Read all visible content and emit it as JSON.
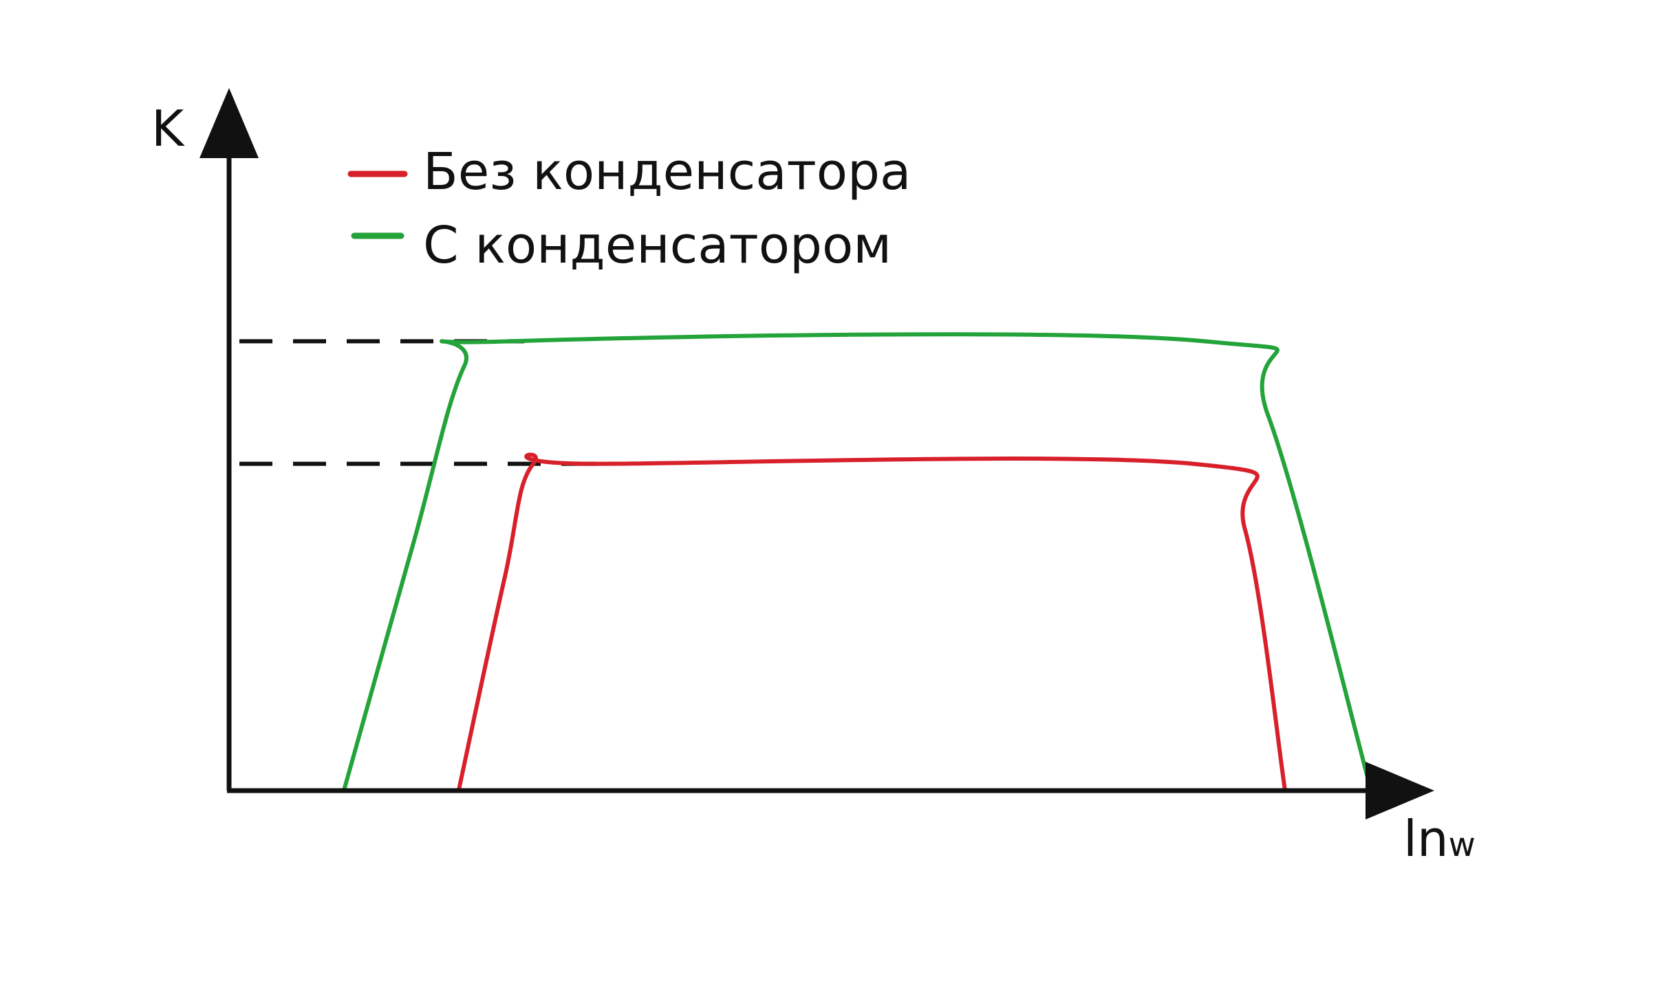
{
  "chart_data": {
    "type": "line",
    "ylabel": "K",
    "xlabel_main": "ln",
    "xlabel_sub": "w",
    "x_tick_labels": [],
    "y_tick_labels": [],
    "grid": false,
    "legend_position": "top-left",
    "series": [
      {
        "name": "Без конденсатора",
        "color": "#d8202a",
        "points": [
          [
            2.0,
            0
          ],
          [
            2.4,
            1.3
          ],
          [
            2.65,
            2.0
          ],
          [
            3.2,
            2.0
          ],
          [
            8.4,
            2.0
          ],
          [
            8.85,
            1.6
          ],
          [
            9.2,
            0
          ]
        ]
      },
      {
        "name": "С конденсатором",
        "color": "#23a33a",
        "points": [
          [
            1.0,
            0
          ],
          [
            1.6,
            1.5
          ],
          [
            2.05,
            2.6
          ],
          [
            2.45,
            2.75
          ],
          [
            8.5,
            2.75
          ],
          [
            9.05,
            2.3
          ],
          [
            9.95,
            0
          ]
        ]
      }
    ],
    "reference_lines": [
      {
        "y": 2.75,
        "style": "dashed"
      },
      {
        "y": 2.0,
        "style": "dashed"
      }
    ],
    "xlim": [
      0,
      10.5
    ],
    "ylim": [
      0,
      4.3
    ]
  }
}
